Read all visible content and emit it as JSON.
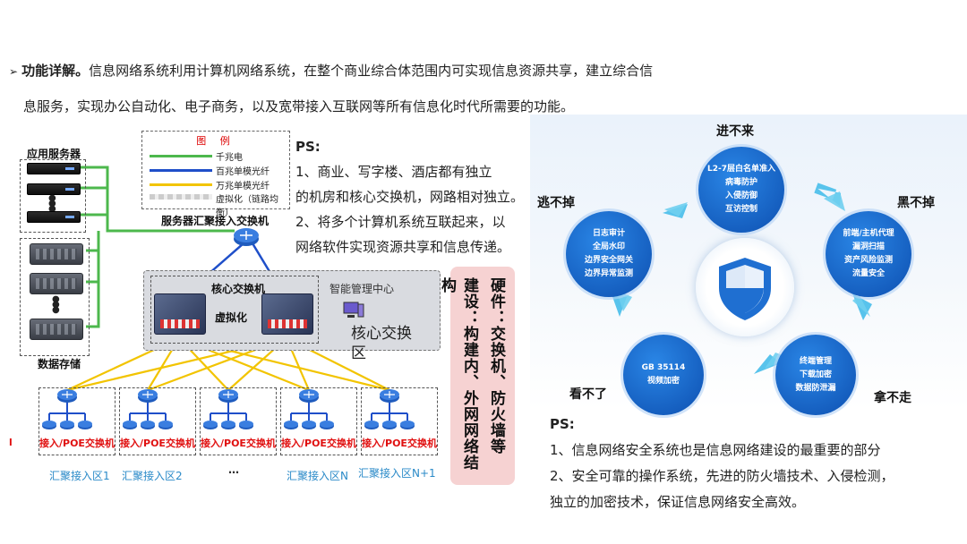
{
  "intro": {
    "bullet": "➢",
    "lead": "功能详解。",
    "text1": "信息网络系统利用计算机网络系统，在整个商业综合体范围内可实现信息资源共享，建立综合信",
    "text2": "息服务，实现办公自动化、电子商务，以及宽带接入互联网等所有信息化时代所需要的功能。"
  },
  "diagram": {
    "app_servers": "应用服务器",
    "data_storage": "数据存储",
    "server_switch": "服务器汇聚接入交换机",
    "core_switch": "核心交换机",
    "virtualization": "虚拟化",
    "mgmt_center": "智能管理中心",
    "core_zone_line1": "核心交换",
    "core_zone_line2": "区",
    "legend": {
      "title": "图 例",
      "items": [
        "千兆电",
        "百兆单模光纤",
        "万兆单模光纤",
        "虚拟化（链路均衡）"
      ]
    },
    "access_labels": [
      "接入/POE交换机",
      "接入/POE交换机",
      "接入/POE交换机",
      "接入/POE交换机",
      "接入/POE交换机"
    ],
    "left_marker": "l",
    "zones": [
      "汇聚接入区1",
      "汇聚接入区2",
      "…",
      "汇聚接入区N",
      "汇聚接入区N+1"
    ]
  },
  "ps1": {
    "title": "PS:",
    "line1": "1、商业、写字楼、酒店都有独立",
    "line2": "的机房和核心交换机，网路相对独立。",
    "line3": "2、将多个计算机系统互联起来，以",
    "line4": "网络软件实现资源共享和信息传递。"
  },
  "pink_box": {
    "col1": "硬件：交换机、防火墙等",
    "col2": "建设：构建内、外网网络结构"
  },
  "security": {
    "labels": {
      "top": "进不来",
      "left": "逃不掉",
      "right": "黑不掉",
      "bottom_left": "看不了",
      "bottom_right": "拿不走"
    },
    "top_circle": [
      "L2-7层白名单准入",
      "病毒防护",
      "入侵防御",
      "互访控制"
    ],
    "left_circle": [
      "日志审计",
      "全局水印",
      "边界安全网关",
      "边界异常监测"
    ],
    "right_circle": [
      "前端/主机代理",
      "漏洞扫描",
      "资产风险监测",
      "流量安全"
    ],
    "bottom_left_circle": [
      "GB 35114",
      "视频加密"
    ],
    "bottom_right_circle": [
      "终端管理",
      "下载加密",
      "数据防泄漏"
    ]
  },
  "ps2": {
    "title": "PS:",
    "line1": "1、信息网络安全系统也是信息网络建设的最重要的部分",
    "line2": "2、安全可靠的操作系统，先进的防火墙技术、入侵检测，",
    "line3": "独立的加密技术，保证信息网络安全高效。"
  },
  "colors": {
    "gigabit": "#4db84d",
    "fiber100": "#1f4fc9",
    "fiber10g": "#f2c400",
    "accent": "#1f6fd1",
    "red": "#e01010"
  }
}
